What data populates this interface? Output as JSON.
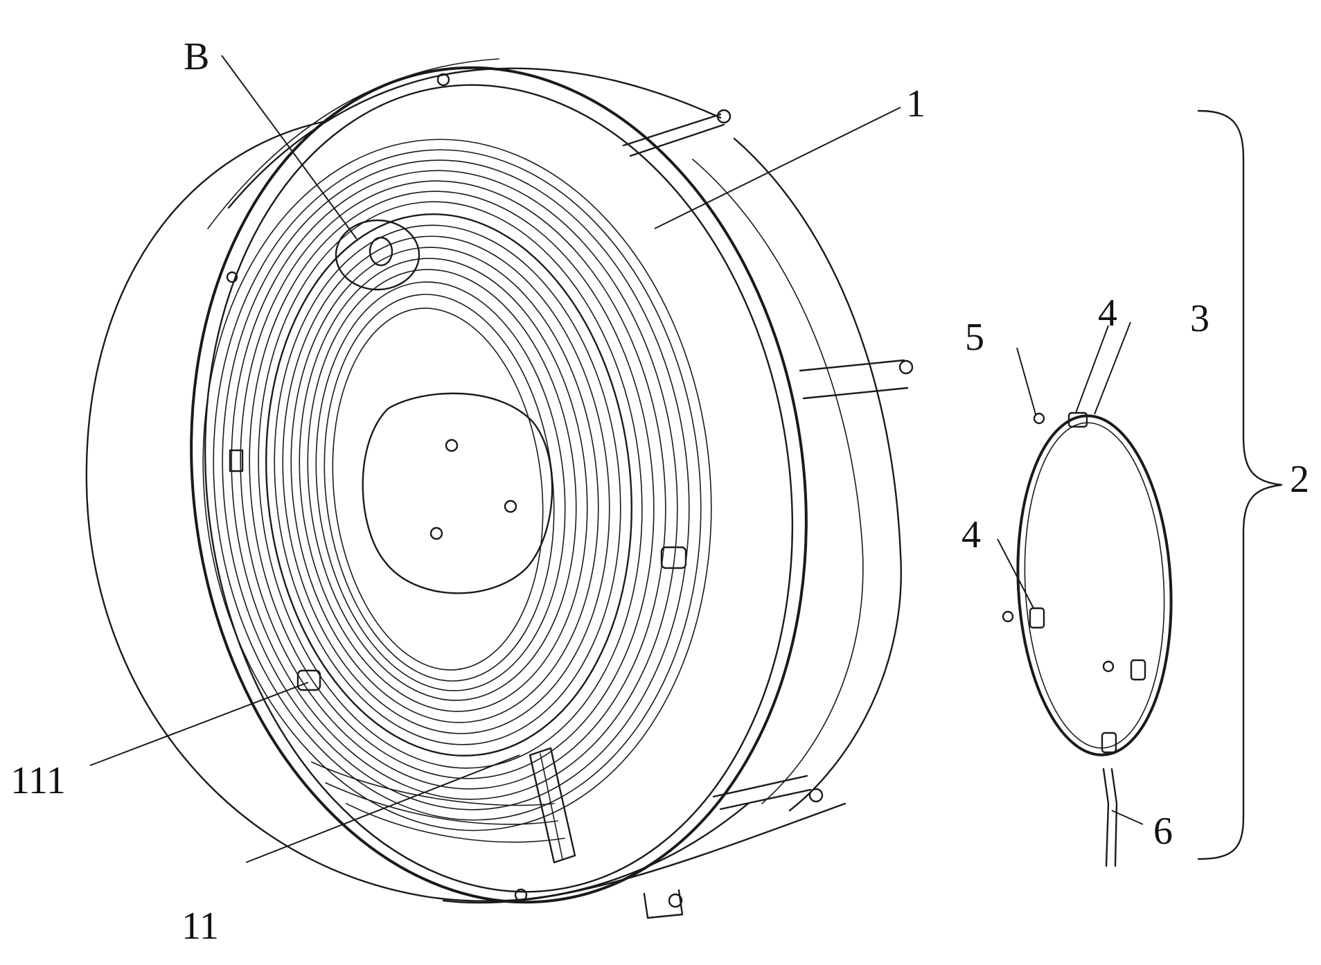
{
  "figure": {
    "labels": {
      "B": "B",
      "part_1": "1",
      "part_2": "2",
      "part_3": "3",
      "part_4_top": "4",
      "part_4_left": "4",
      "part_5": "5",
      "part_6": "6",
      "part_11": "11",
      "part_111": "111"
    }
  }
}
